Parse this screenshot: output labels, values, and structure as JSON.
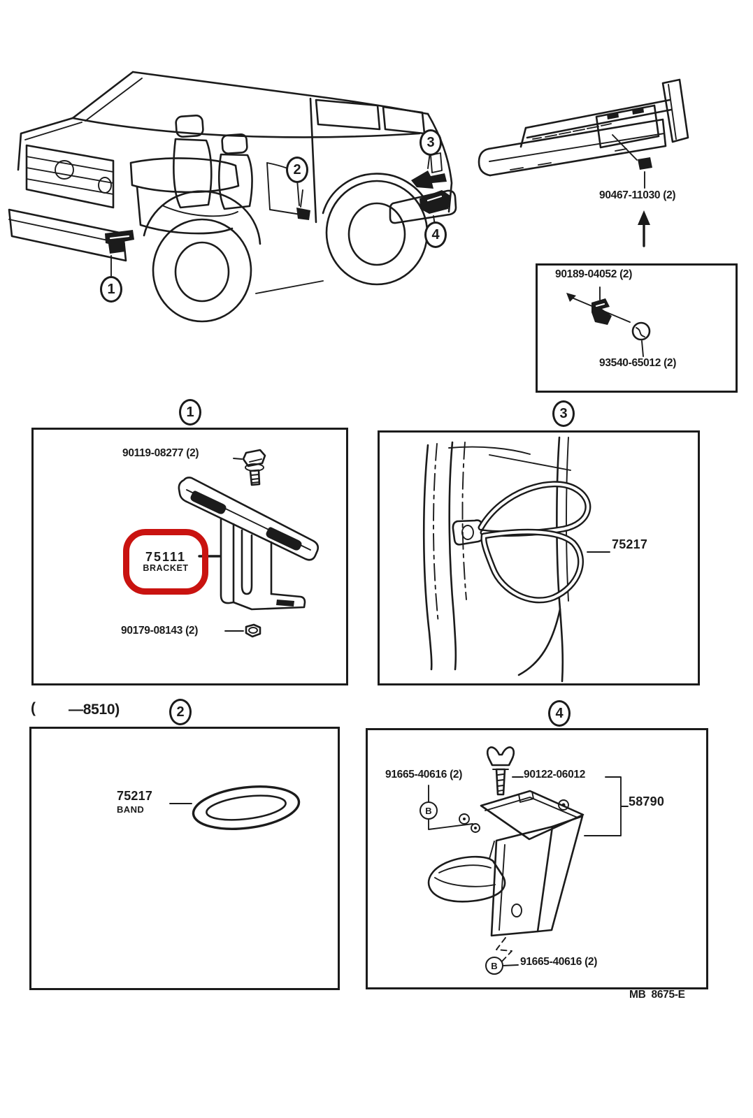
{
  "colors": {
    "line": "#1b1b1b",
    "red": "#c91310",
    "paper": "#ffffff"
  },
  "callouts": {
    "c1": "1",
    "c2": "2",
    "c3": "3",
    "c4": "4",
    "b": "B"
  },
  "rear_bumper": {
    "part": "90467-11030 (2)"
  },
  "clip_box": {
    "clip_part": "90189-04052 (2)",
    "screw_part": "93540-65012 (2)"
  },
  "box1": {
    "bolt_part": "90119-08277 (2)",
    "highlight_part": "75111",
    "highlight_name": "BRACKET",
    "nut_part": "90179-08143 (2)"
  },
  "box3": {
    "band_part": "75217"
  },
  "box2": {
    "applicability_open": "(",
    "applicability": "—8510)",
    "band_part": "75217",
    "band_name": "BAND"
  },
  "box4": {
    "nut_top_part": "91665-40616 (2)",
    "bolt_part": "90122-06012",
    "assembly_part": "58790",
    "nut_bottom_part": "91665-40616 (2)"
  },
  "footer": {
    "figure_code": "MB  8675-E"
  }
}
